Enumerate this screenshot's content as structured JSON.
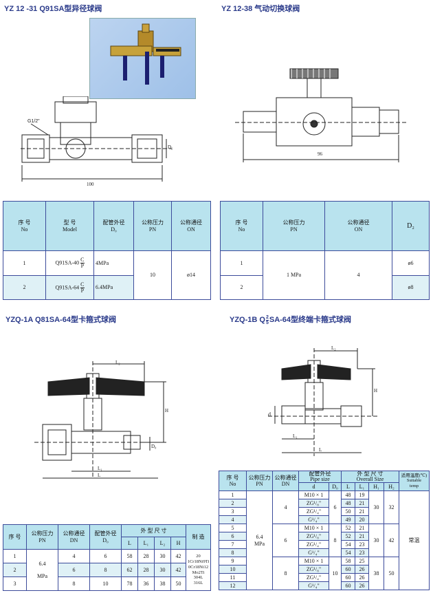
{
  "p1": {
    "title": "YZ 12 -31 Q91SA型异径球阀",
    "dims": {
      "g": "G1/2\"",
      "d2": "D₂",
      "len": "100"
    },
    "headers": {
      "no": "序 号",
      "no_en": "No",
      "model": "型 号",
      "model_en": "Model",
      "od": "配管外径",
      "od_sym": "D₀",
      "pn": "公称压力",
      "pn_en": "PN",
      "dn": "公称通径",
      "dn_en": "ON"
    },
    "rows": [
      {
        "no": "1",
        "model": "Q91SA-40",
        "frac_top": "C",
        "frac_bot": "P",
        "od": "4MPa"
      },
      {
        "no": "2",
        "model": "Q91SA-64",
        "frac_top": "C",
        "frac_bot": "P",
        "od": "6.4MPa"
      }
    ],
    "pn": "10",
    "dn": "ø14"
  },
  "p2": {
    "title": "YZ 12-38 气动切换球阀",
    "dims": {
      "len": "96"
    },
    "headers": {
      "no": "序 号",
      "no_en": "No",
      "pn": "公称压力",
      "pn_en": "PN",
      "dn": "公称通径",
      "dn_en": "ON",
      "d2": "D₂"
    },
    "rows": [
      {
        "no": "1",
        "d2": "ø6"
      },
      {
        "no": "2",
        "d2": "ø8"
      }
    ],
    "pn": "1 MPa",
    "dn": "4"
  },
  "p3": {
    "title": "YZQ-1A Q81SA-64型卡箍式球阀",
    "dims": {
      "l2": "L₂",
      "h": "H",
      "d0": "D₀",
      "l1": "L₁",
      "l": "L"
    },
    "headers": {
      "no": "序 号",
      "pn": "公称压力",
      "pn_en": "PN",
      "dn": "公称通径",
      "dn_en": "DN",
      "od": "配管外径",
      "od_sym": "D₀",
      "dim": "外 型 尺 寸",
      "mat": "制 造",
      "l": "L",
      "l1": "L₁",
      "l2": "L₂",
      "h": "H"
    },
    "pn": "6.4",
    "pn_unit": "MPa",
    "materials": [
      "20",
      "1Cr18Ni9Ti",
      "0Cr18Ni12",
      "Mo2Ti",
      "304L",
      "316L"
    ],
    "rows": [
      {
        "no": "1",
        "dn": "4",
        "od": "6",
        "l": "58",
        "l1": "28",
        "l2": "30",
        "h": "42"
      },
      {
        "no": "2",
        "dn": "6",
        "od": "8",
        "l": "62",
        "l1": "28",
        "l2": "30",
        "h": "42"
      },
      {
        "no": "3",
        "dn": "8",
        "od": "10",
        "l": "78",
        "l1": "36",
        "l2": "38",
        "h": "50"
      }
    ]
  },
  "p4": {
    "title_a": "YZQ-1B  Q",
    "title_frac_top": "2",
    "title_frac_bot": "5",
    "title_b": "SA-64型终端卡箍式球阀",
    "dims": {
      "l2": "L₂",
      "h": "H",
      "d": "d",
      "l1": "L₁",
      "l": "L"
    },
    "headers": {
      "no": "序 号",
      "no_en": "No",
      "pn": "公称压力",
      "pn_en": "PN",
      "dn": "公称通径",
      "dn_en": "DN",
      "pipe": "配管外径",
      "pipe_en": "Pipe size",
      "dim": "外 型 尺 寸",
      "dim_en": "Overall Size",
      "temp": "适用温度(℃)",
      "temp_en1": "Suitable",
      "temp_en2": "temp",
      "d": "d",
      "d0": "D₀",
      "l": "L",
      "l1": "L₁",
      "h1": "H₁",
      "h2": "H₂"
    },
    "pn": "6.4",
    "pn_unit": "MPa",
    "temp": "常温",
    "groups": [
      {
        "dn": "4",
        "d0": "6",
        "h1": "30",
        "h2": "32"
      },
      {
        "dn": "6",
        "d0": "8",
        "h1": "30",
        "h2": "42"
      },
      {
        "dn": "8",
        "d0": "10",
        "h1": "38",
        "h2": "50"
      }
    ],
    "rows": [
      {
        "no": "1",
        "d": "M10 × 1",
        "l": "48",
        "l1": "19"
      },
      {
        "no": "2",
        "d": "ZG¹/₈\"",
        "l": "48",
        "l1": "21"
      },
      {
        "no": "3",
        "d": "ZG¹/₄\"",
        "l": "50",
        "l1": "21"
      },
      {
        "no": "4",
        "d": "G¹/₄\"",
        "l": "49",
        "l1": "20"
      },
      {
        "no": "5",
        "d": "M10 × 1",
        "l": "52",
        "l1": "21"
      },
      {
        "no": "6",
        "d": "ZG¹/₈\"",
        "l": "52",
        "l1": "21"
      },
      {
        "no": "7",
        "d": "ZG¹/₄\"",
        "l": "54",
        "l1": "23"
      },
      {
        "no": "8",
        "d": "G¹/₄\"",
        "l": "54",
        "l1": "23"
      },
      {
        "no": "9",
        "d": "M10 × 1",
        "l": "58",
        "l1": "25"
      },
      {
        "no": "10",
        "d": "ZG¹/₈\"",
        "l": "60",
        "l1": "26"
      },
      {
        "no": "11",
        "d": "ZG¹/₄\"",
        "l": "60",
        "l1": "26"
      },
      {
        "no": "12",
        "d": "G¹/₄\"",
        "l": "60",
        "l1": "26"
      }
    ]
  }
}
